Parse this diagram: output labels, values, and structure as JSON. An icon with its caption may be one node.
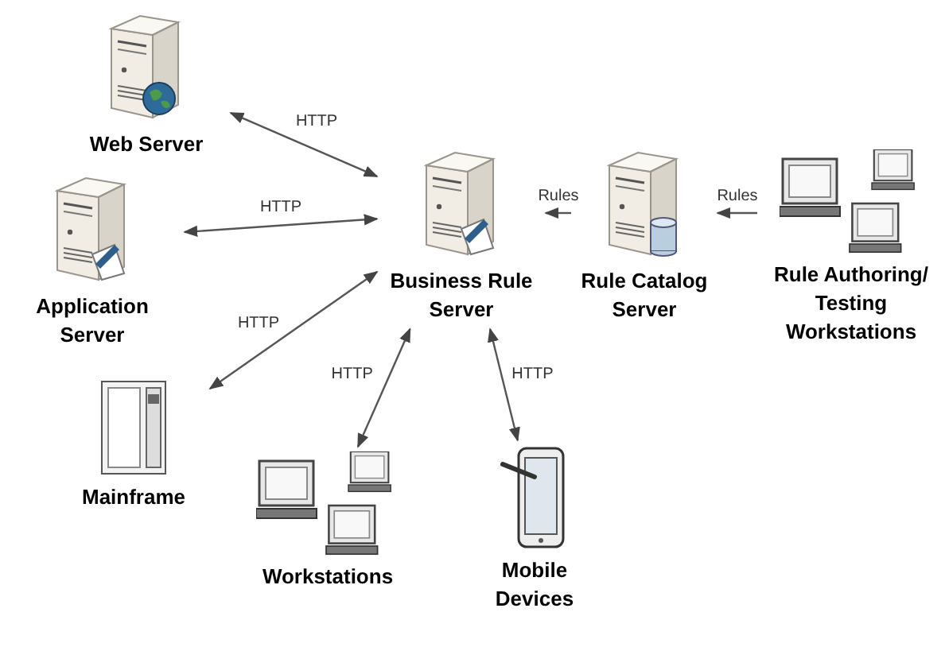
{
  "diagram": {
    "nodes": [
      {
        "text": [
          "Web Server"
        ]
      },
      {
        "text": [
          "Application Server"
        ]
      },
      {
        "text": [
          "Mainframe"
        ]
      },
      {
        "text": [
          "Business Rule Server"
        ]
      },
      {
        "text": [
          "Rule Catalog Server"
        ]
      },
      {
        "text": [
          "Rule Authoring/ Testing Workstations"
        ]
      },
      {
        "text": [
          "Workstations"
        ]
      },
      {
        "text": [
          "Mobile Devices"
        ]
      }
    ],
    "edges": [
      {
        "from": 0,
        "to": 3,
        "arrow": "both",
        "label": "HTTP"
      },
      {
        "from": 1,
        "to": 3,
        "arrow": "both",
        "label": "HTTP"
      },
      {
        "from": 2,
        "to": 3,
        "arrow": "both",
        "label": "HTTP"
      },
      {
        "from": 6,
        "to": 3,
        "arrow": "both",
        "label": "HTTP"
      },
      {
        "from": 7,
        "to": 3,
        "arrow": "both",
        "label": "HTTP"
      },
      {
        "from": 4,
        "to": 3,
        "arrow": "to",
        "label": "Rules"
      },
      {
        "from": 5,
        "to": 4,
        "arrow": "to",
        "label": "Rules"
      }
    ]
  }
}
